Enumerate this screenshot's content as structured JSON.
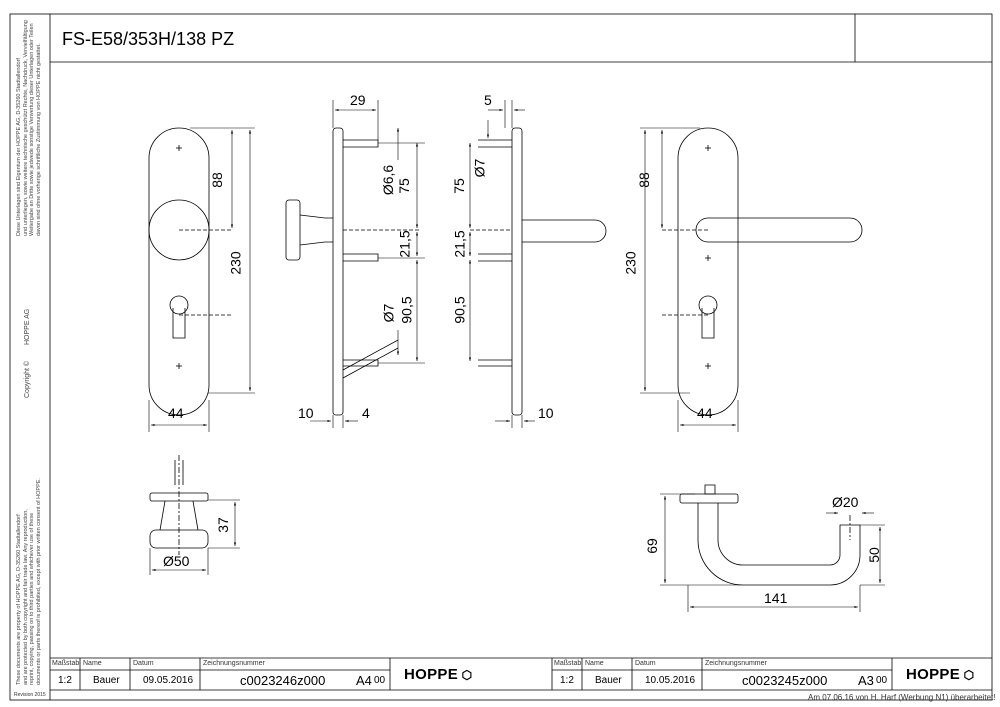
{
  "title": "FS-E58/353H/138 PZ",
  "side_text_top": [
    "Diese Unterlagen sind Eigentum der HOPPE AG, D-35260 Stadtallendorf",
    "und unterliegen, sowie weitere technische geschützt Rechte, Nachdruck, Vervielfältigung",
    "Weitergabe an Dritte sowie jedwede sonstige Verwertung dieser Unterlagen oder Teilen",
    "davon sind ohne vorherige schriftliche Zustimmung von HOPPE nicht gestattet."
  ],
  "copyright_label": "Copyright ©",
  "copyright_holder": "HOPPE AG",
  "side_text_bottom": [
    "These documents are property of HOPPE AG, D-35260 Stadtallendorf",
    "and are protected by both copyright and fair trade law. Any reproduction,",
    "reprint, copying, passing on to third parties and whichever use of these",
    "documents or parts thereof is prohibited, except with prior written consent of HOPPE."
  ],
  "revision_note": "Revision 2015",
  "dimensions": {
    "d29": "29",
    "d5": "5",
    "d88_left": "88",
    "d88_right": "88",
    "d230_left": "230",
    "d230_right": "230",
    "d66": "Ø6,6",
    "d75_a": "75",
    "d75_b": "75",
    "d7_top": "Ø7",
    "d215_a": "21,5",
    "d215_b": "21,5",
    "d7_bottom": "Ø7",
    "d905_a": "90,5",
    "d905_b": "90,5",
    "d44_left": "44",
    "d44_right": "44",
    "d10_left": "10",
    "d4": "4",
    "d10_right": "10",
    "d37": "37",
    "d50": "Ø50",
    "d69": "69",
    "d20": "Ø20",
    "d50_handle": "50",
    "d141": "141"
  },
  "title_blocks": [
    {
      "headers": {
        "scale": "Maßstab",
        "name": "Name",
        "date": "Datum",
        "drawing_no": "Zeichnungsnummer"
      },
      "scale": "1:2",
      "name": "Bauer",
      "date": "09.05.2016",
      "drawing_no": "c0023246z000",
      "format": "A4",
      "rev": "00",
      "logo": "HOPPE"
    },
    {
      "headers": {
        "scale": "Maßstab",
        "name": "Name",
        "date": "Datum",
        "drawing_no": "Zeichnungsnummer"
      },
      "scale": "1:2",
      "name": "Bauer",
      "date": "10.05.2016",
      "drawing_no": "c0023245z000",
      "format": "A3",
      "rev": "00",
      "logo": "HOPPE"
    }
  ],
  "footer_note": "Am 07.06.16 von H. Harf (Werbung N1) überarbeitet!"
}
